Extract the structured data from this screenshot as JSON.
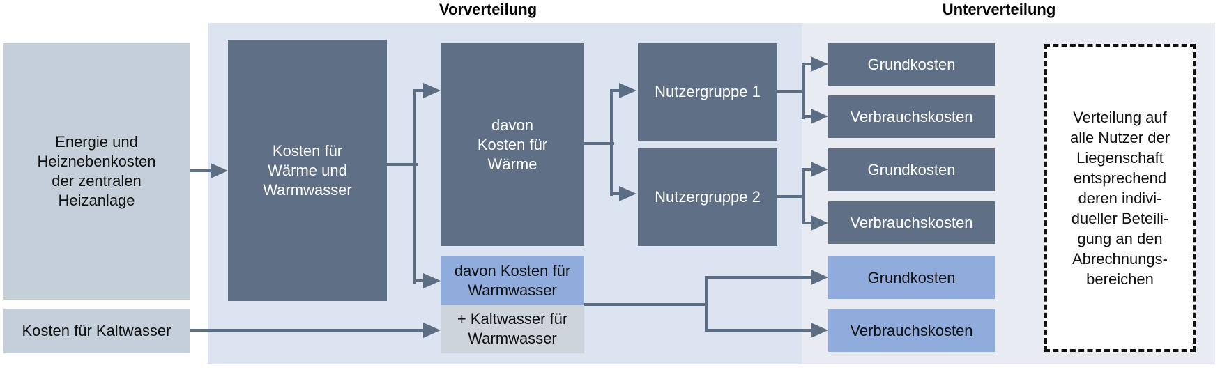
{
  "titles": {
    "vorverteilung": "Vorverteilung",
    "unterverteilung": "Unterverteilung"
  },
  "boxes": {
    "energie": "Energie und\nHeiznebenkosten\nder zentralen\nHeizanlage",
    "kaltwasser": "Kosten für Kaltwasser",
    "kosten_waerme_warmwasser": "Kosten für\nWärme und\nWarmwasser",
    "davon_waerme": "davon\nKosten für\nWärme",
    "davon_warmwasser": "davon Kosten für\nWarmwasser",
    "plus_kaltwasser": "+ Kaltwasser für\nWarmwasser",
    "nutzergruppe1": "Nutzergruppe 1",
    "nutzergruppe2": "Nutzergruppe 2",
    "grundkosten": "Grundkosten",
    "verbrauchskosten": "Verbrauchskosten",
    "annotation": "Verteilung auf\nalle Nutzer der\nLiegenschaft\nentsprechend\nderen indivi-\ndueller Beteili-\ngung an den\nAbrechnungs-\nbereichen"
  },
  "colors": {
    "dark_box": "#5f7086",
    "light_gray_blue_box": "#c4cfda",
    "blue_box": "#90acdc",
    "mid_gray_box": "#cdd4db",
    "panel_vorverteilung": "#dbe4f0",
    "panel_unterverteilung": "#e8ecf2",
    "connector": "#5c6e84"
  }
}
